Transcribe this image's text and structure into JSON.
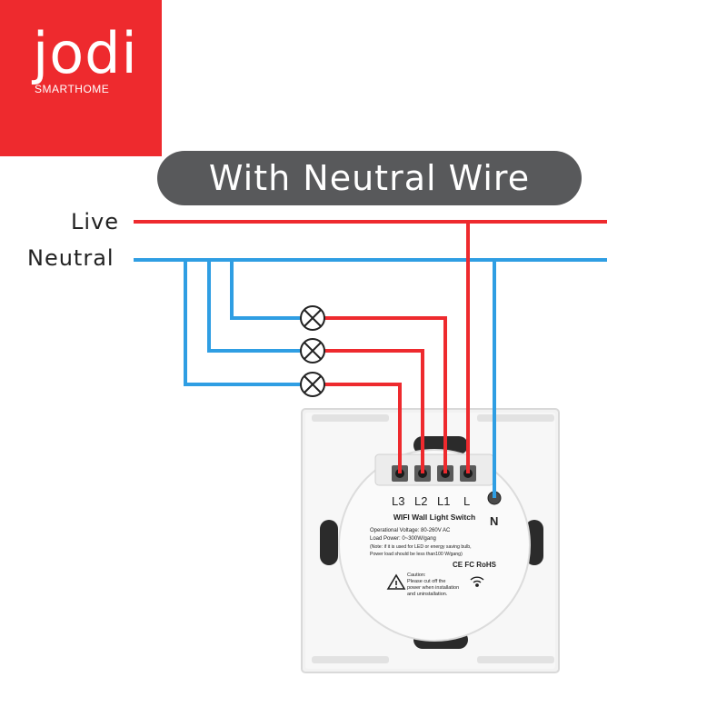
{
  "logo": {
    "word": "jodi",
    "subtitle": "SMARTHOME"
  },
  "title": "With Neutral Wire",
  "wires": {
    "live_label": "Live",
    "neutral_label": "Neutral",
    "live_color": "#ee2a2e",
    "neutral_color": "#2f9ee3"
  },
  "switch": {
    "terminals": [
      "L3",
      "L2",
      "L1",
      "L"
    ],
    "neutral_terminal": "N",
    "product_name": "WIFI Wall Light Switch",
    "spec_lines": [
      "Operational Voltage: 80-260V AC",
      "Load Power: 0~300W/gang",
      "(Note: if it is used for LED or energy saving bulb,",
      "Power load should be less than100 W/gang)"
    ],
    "cert_marks": "CE FC RoHS",
    "caution_lines": [
      "Caution:",
      "Please cut off the",
      "power when installation",
      "and uninstallation."
    ]
  },
  "icons": [
    "wifi-icon",
    "warning-icon",
    "bulb-icon"
  ]
}
